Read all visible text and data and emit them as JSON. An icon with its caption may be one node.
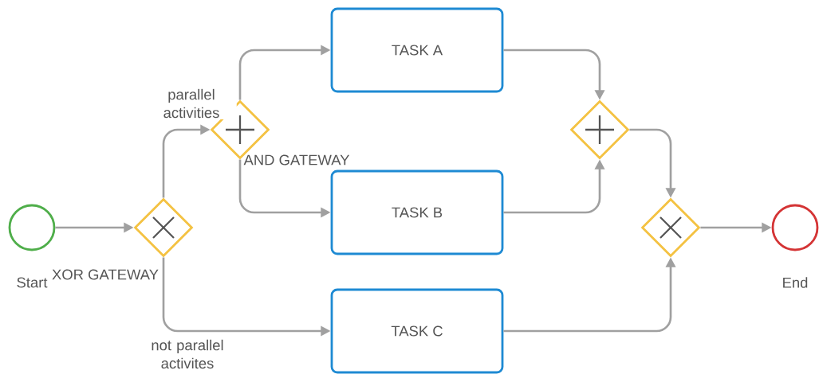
{
  "diagram": {
    "nodes": [
      {
        "text": [
          "Start"
        ]
      },
      {
        "text": [
          "XOR GATEWAY"
        ]
      },
      {
        "text": [
          "AND GATEWAY"
        ]
      },
      {
        "text": [
          "TASK A"
        ]
      },
      {
        "text": [
          "TASK B"
        ]
      },
      {
        "text": [
          "TASK C"
        ]
      },
      {
        "text": [],
        "shape": "diamond"
      },
      {
        "text": [],
        "shape": "diamond"
      },
      {
        "text": [
          "End"
        ]
      }
    ],
    "edges": [
      {
        "from": 0,
        "to": 1,
        "arrow": "to"
      },
      {
        "from": 1,
        "to": 2,
        "arrow": "to",
        "label": "parallel activities"
      },
      {
        "from": 1,
        "to": 5,
        "arrow": "to",
        "label": "not parallel activites"
      },
      {
        "from": 2,
        "to": 3,
        "arrow": "to"
      },
      {
        "from": 2,
        "to": 4,
        "arrow": "to"
      },
      {
        "from": 3,
        "to": 6,
        "arrow": "to"
      },
      {
        "from": 4,
        "to": 6,
        "arrow": "to"
      },
      {
        "from": 6,
        "to": 7,
        "arrow": "to"
      },
      {
        "from": 5,
        "to": 7,
        "arrow": "to"
      },
      {
        "from": 7,
        "to": 8,
        "arrow": "to"
      }
    ]
  }
}
